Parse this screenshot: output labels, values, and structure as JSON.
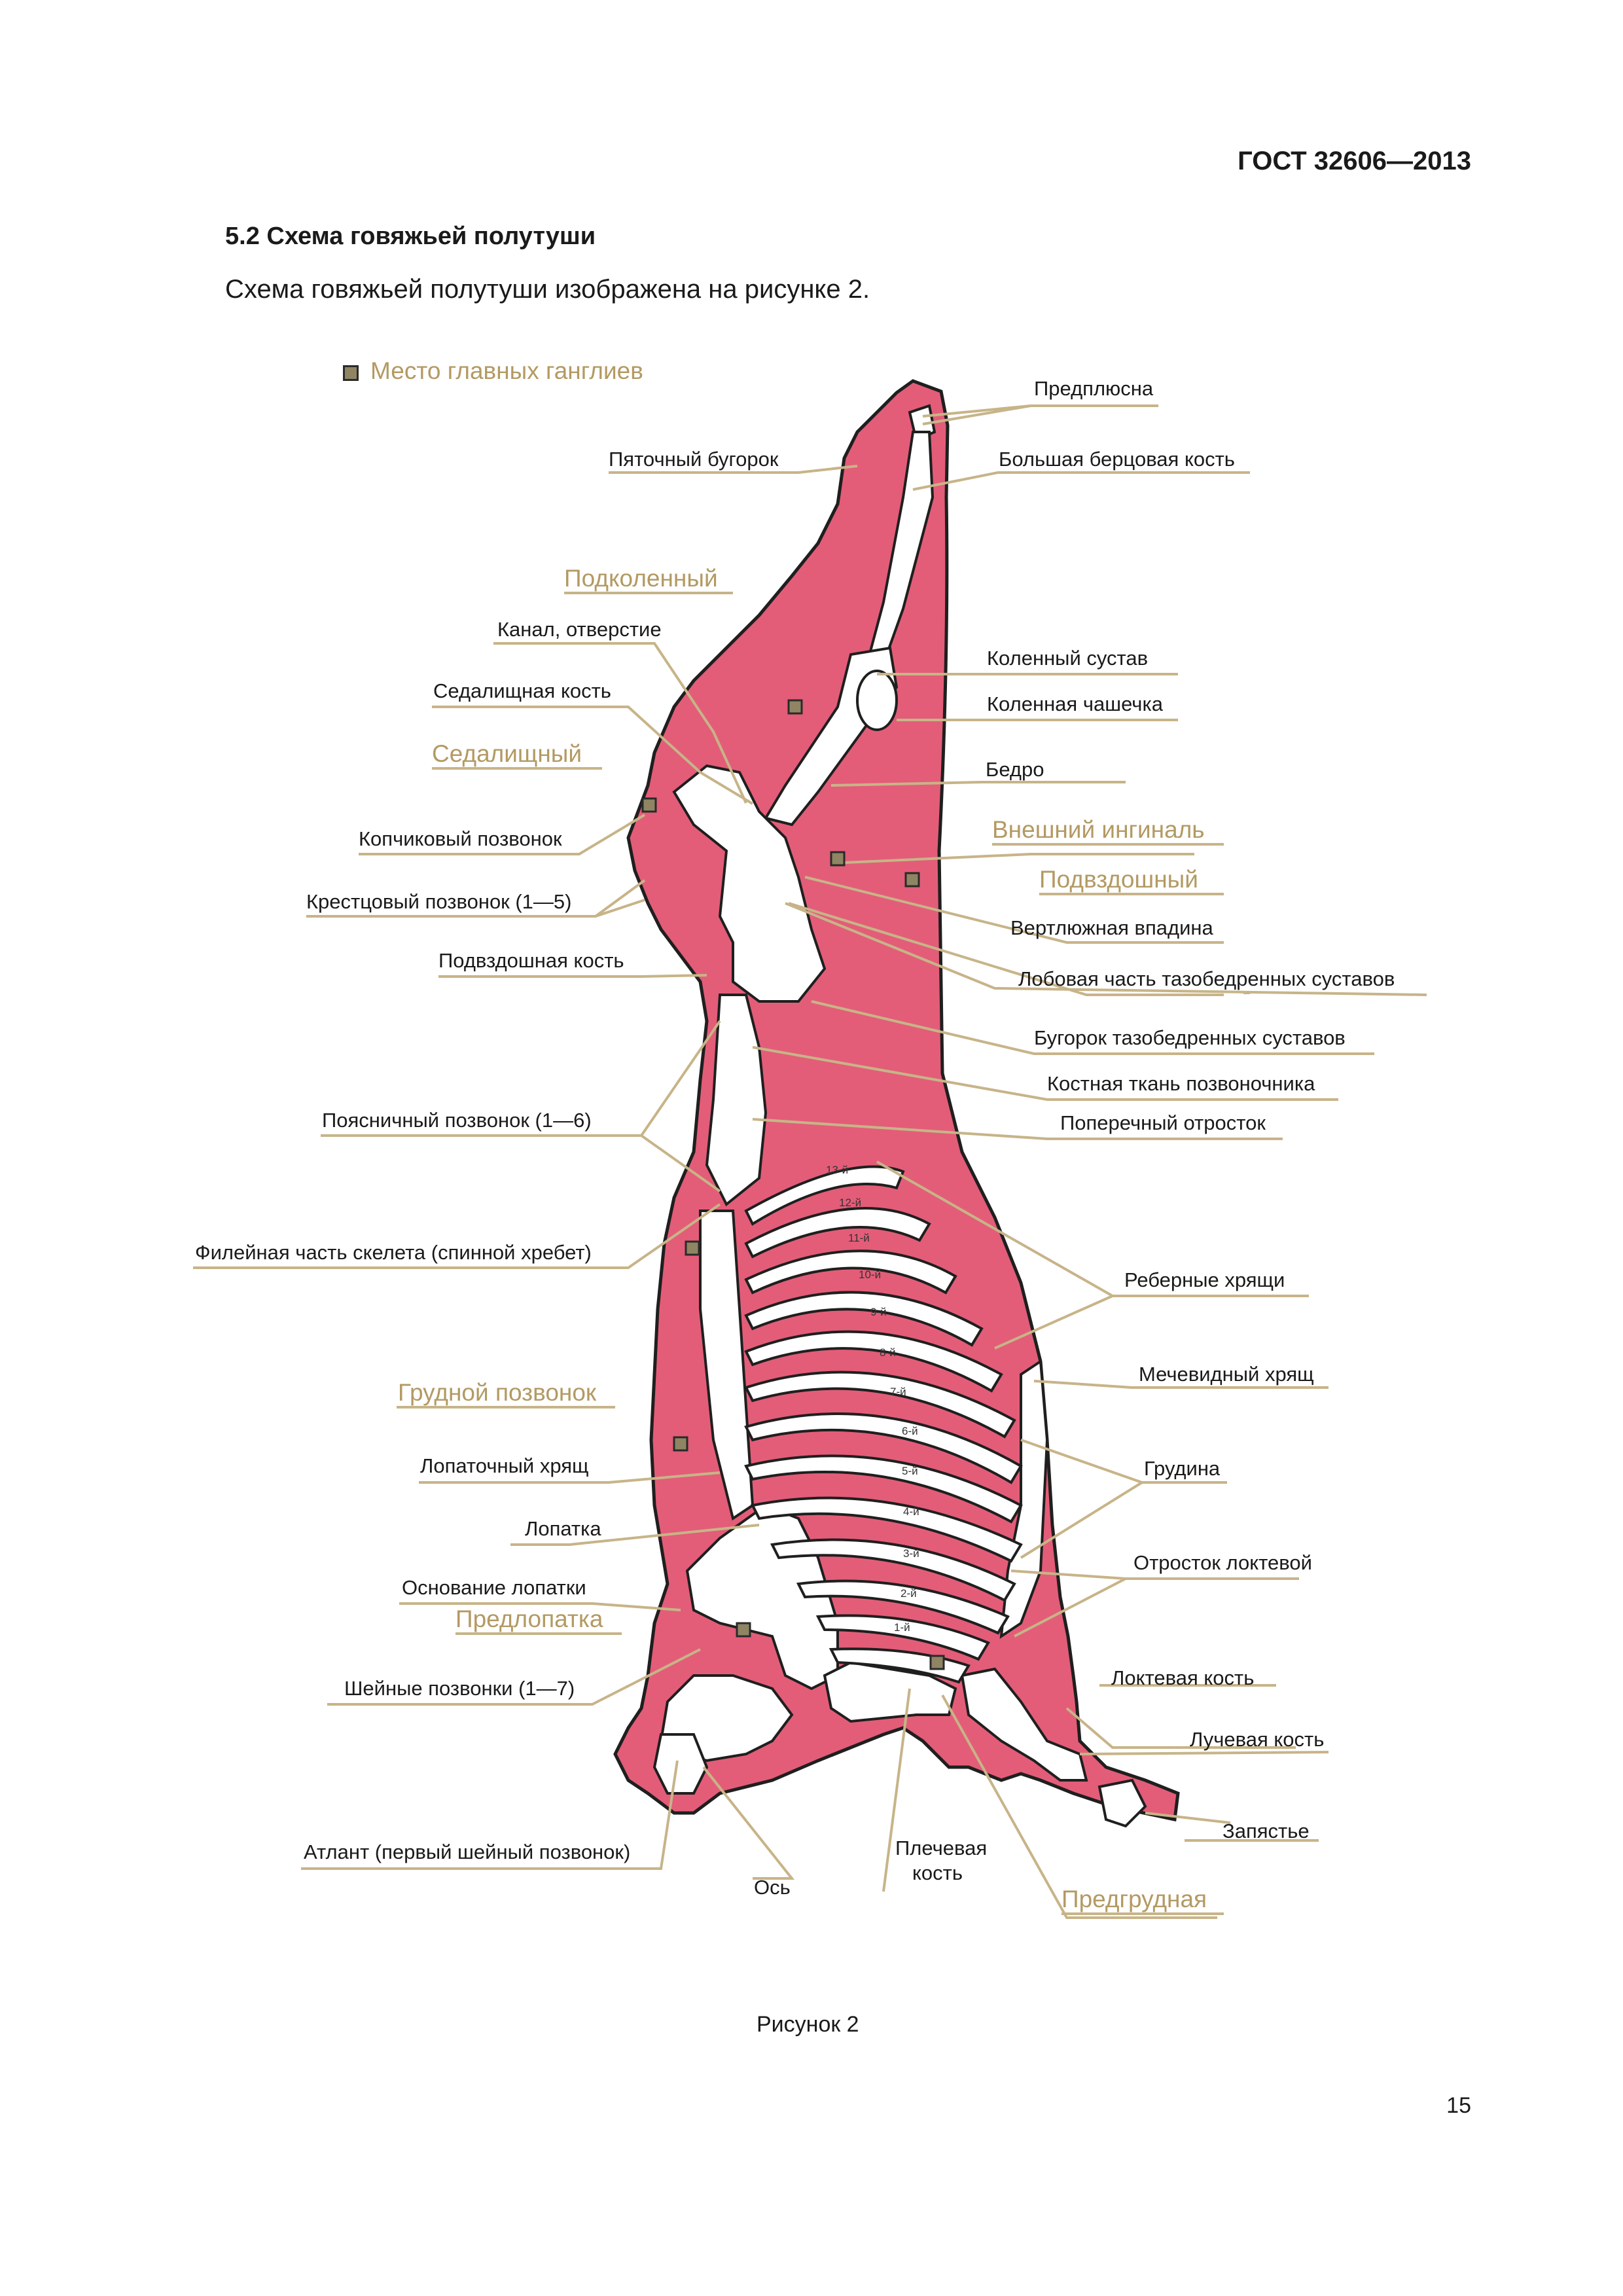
{
  "header": {
    "doc_code": "ГОСТ 32606—2013"
  },
  "section": {
    "title": "5.2 Схема говяжьей полутуши",
    "text": "Схема говяжьей полутуши изображена на рисунке 2."
  },
  "legend": {
    "marker_label": "Место главных ганглиев"
  },
  "colors": {
    "carcass": "#e35d78",
    "bone": "#ffffff",
    "leader": "#c7b488",
    "ganglion": "#8f8563"
  },
  "labels": {
    "predplyusna": "Предплюсна",
    "pyatochny_bugorok": "Пяточный бугорок",
    "bolshaya_bertsovaya": "Большая берцовая кость",
    "kanal": "Канал, отверстие",
    "kolenny_sustav": "Коленный сустав",
    "sedalishchnaya_kost": "Седалищная кость",
    "kolennaya_chashechka": "Коленная чашечка",
    "bedro": "Бедро",
    "kopchikovy": "Копчиковый позвонок",
    "krestcovy": "Крестцовый позвонок (1—5)",
    "vertlyuzhnaya": "Вертлюжная впадина",
    "podvzdoshnaya_kost": "Подвздошная кость",
    "lobovaya": "Лобовая часть тазобедренных суставов",
    "bugorok_taz": "Бугорок тазобедренных суставов",
    "kostnaya_tkan": "Костная ткань позвоночника",
    "poyasnichny": "Поясничный позвонок (1—6)",
    "poperechny": "Поперечный отросток",
    "fileynaya": "Филейная часть скелета (спинной хребет)",
    "rebernye": "Реберные хрящи",
    "mechevidny": "Мечевидный хрящ",
    "lopatochny_khryashch": "Лопаточный хрящ",
    "grudina": "Грудина",
    "lopatka": "Лопатка",
    "osnovanie_lopatki": "Основание лопатки",
    "otrostok_loktevoy": "Отросток локтевой",
    "sheynye": "Шейные позвонки (1—7)",
    "loktevaya_kost": "Локтевая кость",
    "luchevaya_kost": "Лучевая кость",
    "zapyastye": "Запястье",
    "atlant": "Атлант (первый шейный позвонок)",
    "plechevaya_1": "Плечевая",
    "plechevaya_2": "кость",
    "os": "Ось"
  },
  "ganglia": {
    "podkolenny": "Подколенный",
    "sedalishchny": "Седалищный",
    "vneshny_inginal": "Внешний ингиналь",
    "podvzdoshny": "Подвздошный",
    "grudnoy_pozvonok": "Грудной позвонок",
    "predlopatka": "Предлопатка",
    "predgrudnaya": "Предгрудная"
  },
  "ribs": [
    "13-й",
    "12-й",
    "11-й",
    "10-й",
    "9-й",
    "8-й",
    "7-й",
    "6-й",
    "5-й",
    "4-й",
    "3-й",
    "2-й",
    "1-й"
  ],
  "figure": {
    "caption": "Рисунок 2"
  },
  "footer": {
    "page_number": "15"
  }
}
